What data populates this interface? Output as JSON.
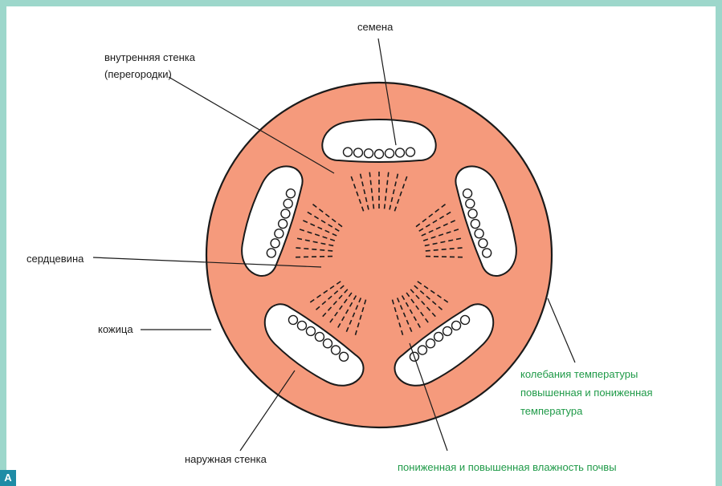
{
  "labels": {
    "seeds": "семена",
    "inner_wall_1": "внутренняя стенка",
    "inner_wall_2": "(перегородки)",
    "core": "сердцевина",
    "skin": "кожица",
    "outer_wall": "наружная стенка",
    "temp_1": "колебания температуры",
    "temp_2": "повышенная и пониженная",
    "temp_3": "температура",
    "moisture": "пониженная и повышенная влажность почвы"
  },
  "panel_tag": "A",
  "colors": {
    "frame": "#9dd7cb",
    "flesh": "#f59a7c",
    "outline": "#1a1a1a",
    "green_text": "#1f9a48",
    "tag_bg": "#1f8ca6"
  },
  "structure": {
    "chamber_count": 5,
    "seeds_per_chamber": 7
  }
}
